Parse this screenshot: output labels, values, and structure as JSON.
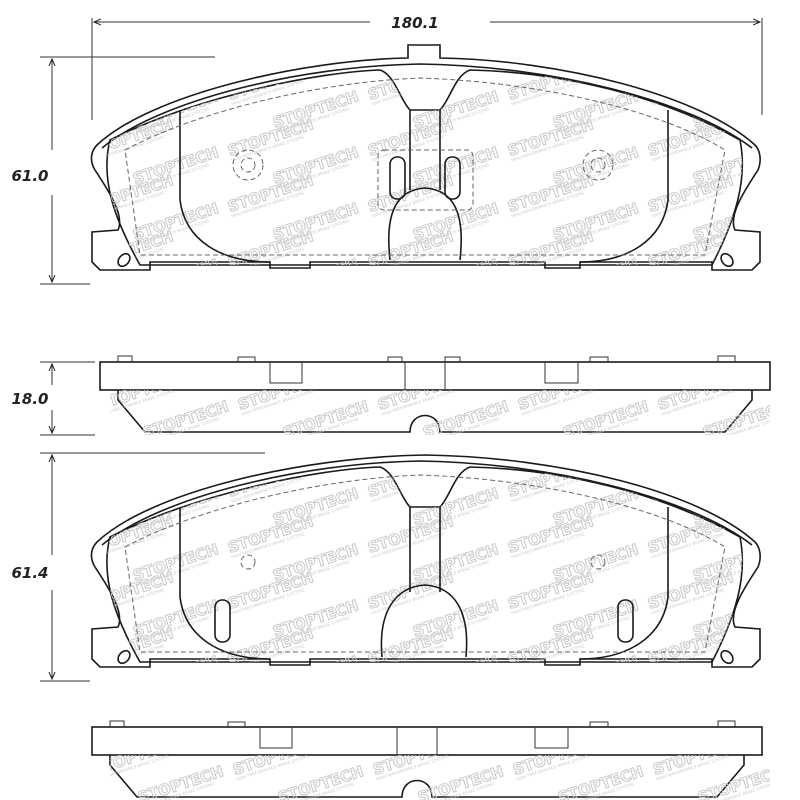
{
  "dimensions": {
    "width": "180.1",
    "top_pad_height": "61.0",
    "thickness": "18.0",
    "bottom_pad_height": "61.4"
  },
  "watermark": {
    "brand": "STOPTECH",
    "tagline": "HIGH PERFORMANCE BRAKE SYSTEMS"
  },
  "colors": {
    "line": "#1a1a1a",
    "watermark": "#c8c8c8"
  }
}
